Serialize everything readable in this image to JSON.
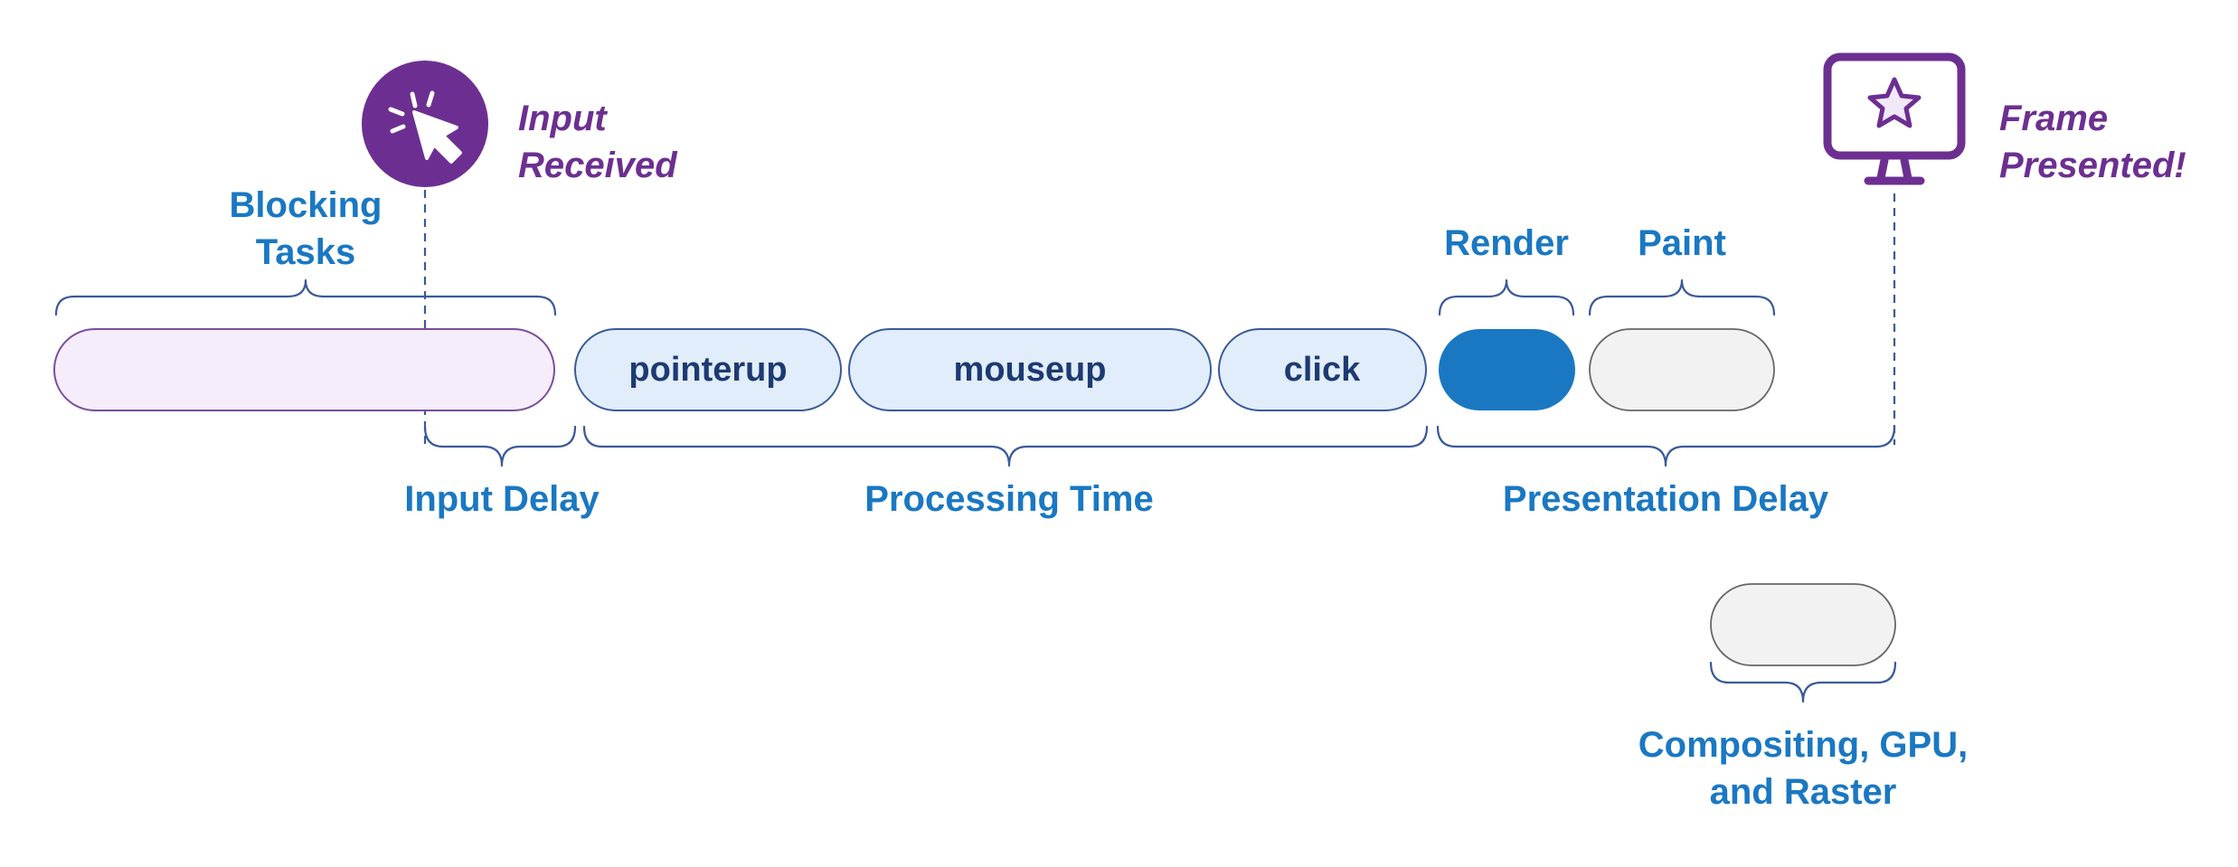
{
  "diagram": {
    "input_received": [
      "Input",
      "Received"
    ],
    "frame_presented": [
      "Frame",
      "Presented!"
    ],
    "blocking_tasks": [
      "Blocking",
      "Tasks"
    ],
    "render": "Render",
    "paint": "Paint",
    "pills": {
      "pointerup": "pointerup",
      "mouseup": "mouseup",
      "click": "click"
    },
    "input_delay": "Input Delay",
    "processing_time": "Processing Time",
    "presentation_delay": "Presentation Delay",
    "compositing": [
      "Compositing, GPU,",
      "and Raster"
    ]
  },
  "colors": {
    "label_blue": "#1a78c2",
    "label_purple": "#6c2f91",
    "pill_text": "#1d3a72",
    "blocking_fill": "#f5edfb",
    "event_fill": "#e1edfb",
    "render_fill": "#1a78c2",
    "paint_fill": "#f2f2f2"
  },
  "icons": {
    "input": "cursor-click-icon",
    "frame": "monitor-star-icon"
  }
}
